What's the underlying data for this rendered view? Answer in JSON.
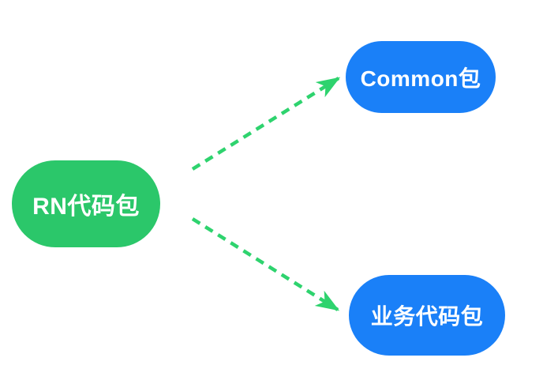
{
  "diagram": {
    "title": "",
    "nodes": {
      "source": {
        "id": "rn-package",
        "label": "RN代码包",
        "shape": "stadium",
        "color": "#2bc76a",
        "text_color": "#ffffff"
      },
      "common": {
        "id": "common-package",
        "label": "Common包",
        "shape": "stadium",
        "color": "#1a80f8",
        "text_color": "#ffffff"
      },
      "business": {
        "id": "business-package",
        "label": "业务代码包",
        "shape": "stadium",
        "color": "#1a80f8",
        "text_color": "#ffffff"
      }
    },
    "edges": [
      {
        "from": "rn-package",
        "to": "common-package",
        "style": "dashed",
        "arrowhead": "filled-concave-triangle",
        "color": "#2ed36e"
      },
      {
        "from": "rn-package",
        "to": "business-package",
        "style": "dashed",
        "arrowhead": "filled-concave-triangle",
        "color": "#2ed36e"
      }
    ],
    "colors": {
      "background": "#ffffff",
      "source_green": "#2bc76a",
      "target_blue": "#1a80f8",
      "arrow_green": "#2ed36e"
    }
  }
}
